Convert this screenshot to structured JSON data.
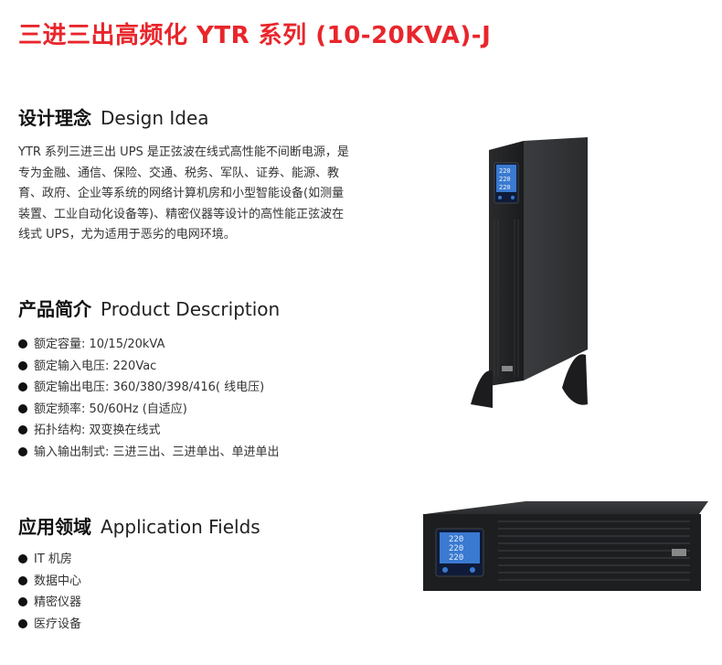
{
  "title": "三进三出高频化 YTR 系列 (10-20KVA)-J",
  "design": {
    "zh": "设计理念",
    "en": "Design Idea",
    "paragraph": "YTR 系列三进三出 UPS 是正弦波在线式高性能不间断电源，是专为金融、通信、保险、交通、税务、军队、证券、能源、教育、政府、企业等系统的网络计算机房和小型智能设备(如测量装置、工业自动化设备等)、精密仪器等设计的高性能正弦波在线式 UPS，尤为适用于恶劣的电网环境。"
  },
  "product": {
    "zh": "产品简介",
    "en": "Product Description",
    "items": [
      "额定容量: 10/15/20kVA",
      "额定输入电压: 220Vac",
      "额定输出电压: 360/380/398/416( 线电压)",
      "额定频率: 50/60Hz (自适应)",
      "拓扑结构: 双变换在线式",
      "输入输出制式: 三进三出、三进单出、单进单出"
    ]
  },
  "application": {
    "zh": "应用领域",
    "en": "Application Fields",
    "items": [
      "IT 机房",
      "数据中心",
      "精密仪器",
      "医疗设备"
    ]
  },
  "device_display": {
    "tower_lines": [
      "220",
      "220",
      "220"
    ],
    "rack_lines": [
      "220",
      "220",
      "220"
    ]
  }
}
